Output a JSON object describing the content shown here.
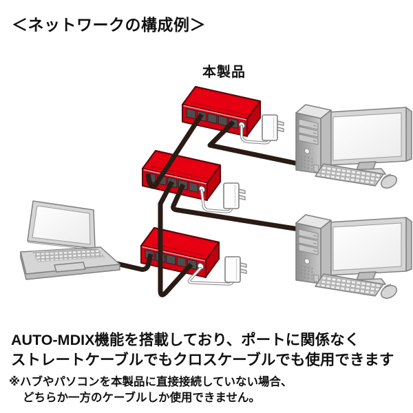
{
  "heading": "＜ネットワークの構成例＞",
  "diagram": {
    "product_label": "本製品",
    "nodes": [
      {
        "id": "switch-top",
        "type": "lan-switch",
        "label": "本製品",
        "ports": 5
      },
      {
        "id": "switch-middle",
        "type": "lan-switch",
        "ports": 5
      },
      {
        "id": "switch-bottom",
        "type": "lan-switch",
        "ports": 5
      },
      {
        "id": "ac-adapter-top",
        "type": "ac-adapter"
      },
      {
        "id": "ac-adapter-middle",
        "type": "ac-adapter"
      },
      {
        "id": "ac-adapter-bottom",
        "type": "ac-adapter"
      },
      {
        "id": "desktop-pc-top",
        "type": "desktop-pc"
      },
      {
        "id": "desktop-pc-bottom",
        "type": "desktop-pc"
      },
      {
        "id": "laptop",
        "type": "laptop-pc"
      }
    ],
    "connections": [
      {
        "from": "switch-top",
        "to": "switch-middle",
        "type": "lan-cable"
      },
      {
        "from": "switch-top",
        "to": "desktop-pc-top",
        "type": "lan-cable"
      },
      {
        "from": "switch-middle",
        "to": "switch-bottom",
        "type": "lan-cable"
      },
      {
        "from": "switch-middle",
        "to": "desktop-pc-bottom",
        "type": "lan-cable"
      },
      {
        "from": "laptop",
        "to": "switch-bottom",
        "type": "lan-cable"
      },
      {
        "from": "switch-top",
        "to": "ac-adapter-top",
        "type": "power-cord"
      },
      {
        "from": "switch-middle",
        "to": "ac-adapter-middle",
        "type": "power-cord"
      },
      {
        "from": "switch-bottom",
        "to": "ac-adapter-bottom",
        "type": "power-cord"
      }
    ]
  },
  "description": {
    "line1": "AUTO-MDIX機能を搭載しており、ポートに関係なく",
    "line2": "ストレートケーブルでもクロスケーブルでも使用できます",
    "note_line1": "※ハブやパソコンを本製品に直接接続していない場合、",
    "note_line2": "どちらか一方のケーブルしか使用できません。"
  },
  "colors": {
    "product_red": "#e60012",
    "red_front": "#d50011",
    "red_side": "#bf000f",
    "red_outline": "#5c070c",
    "cable_color": "#2a1b15",
    "cord_gray": "#8f8f8f",
    "device_gray": "#d6d6d6",
    "device_outline": "#7f7f7f",
    "text_color": "#111111"
  }
}
